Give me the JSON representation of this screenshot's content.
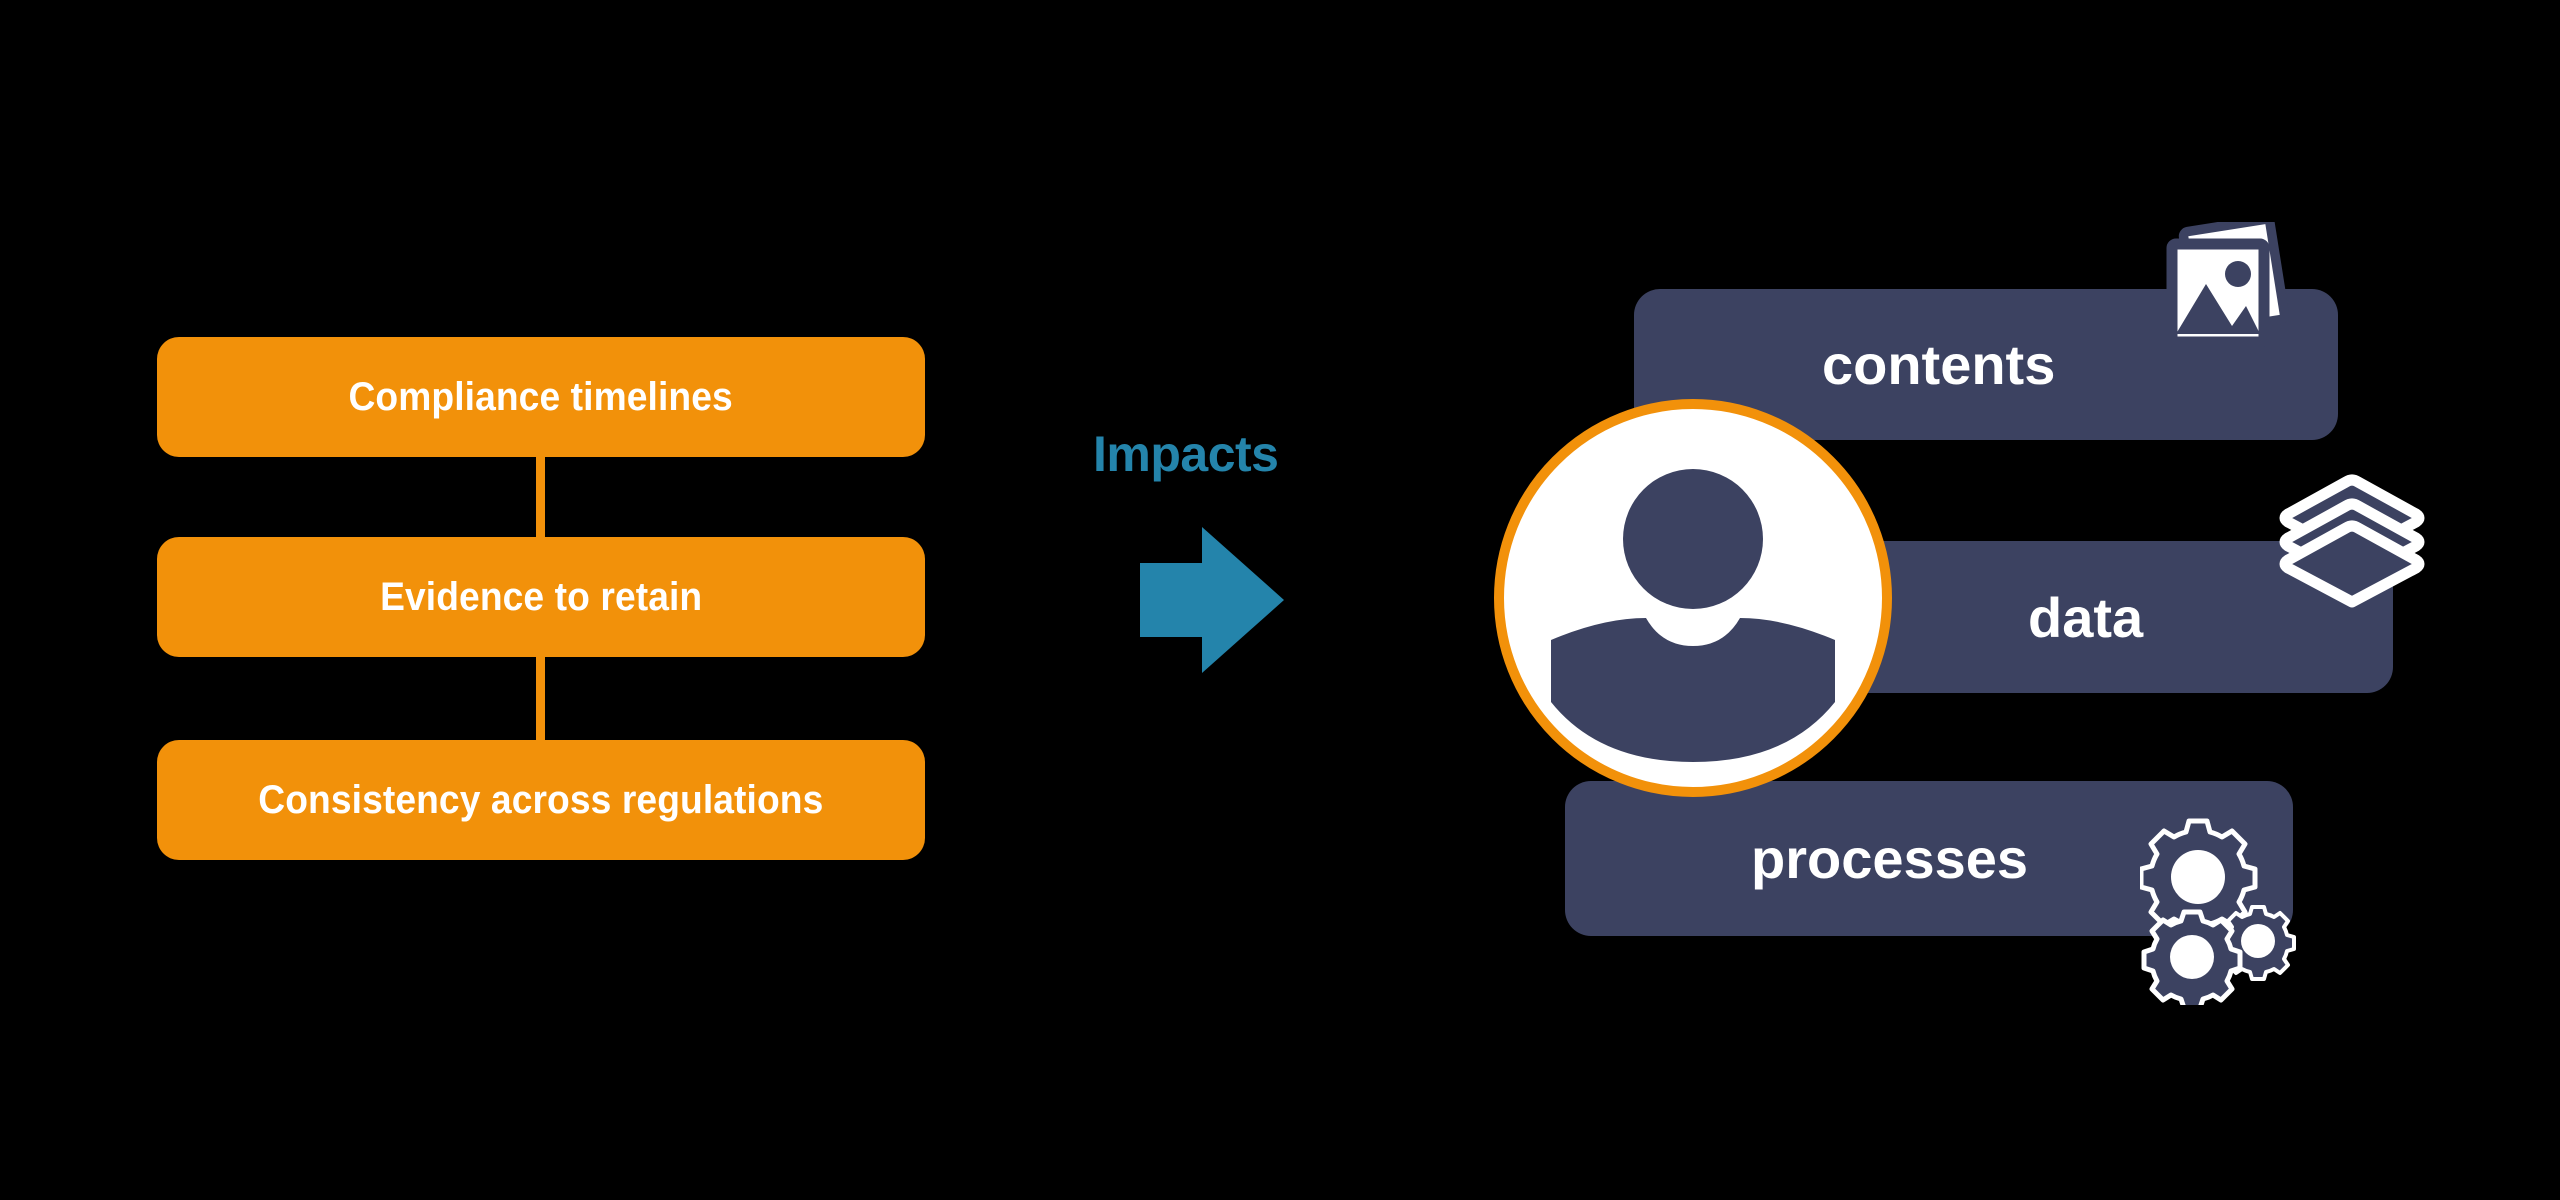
{
  "diagram": {
    "background_color": "#000000",
    "accent_orange": "#f2910a",
    "accent_teal": "#2484ab",
    "panel_navy": "#3c4261",
    "left_group": {
      "items": [
        {
          "label": "Compliance timelines"
        },
        {
          "label": "Evidence to retain"
        },
        {
          "label": "Consistency across regulations"
        }
      ]
    },
    "connector": {
      "label": "Impacts",
      "arrow_icon": "right-arrow-icon",
      "direction": "right"
    },
    "right_group": {
      "avatar_icon": "user-avatar-icon",
      "items": [
        {
          "label": "contents",
          "icon": "photos-icon"
        },
        {
          "label": "data",
          "icon": "layers-icon"
        },
        {
          "label": "processes",
          "icon": "gears-icon"
        }
      ]
    }
  }
}
